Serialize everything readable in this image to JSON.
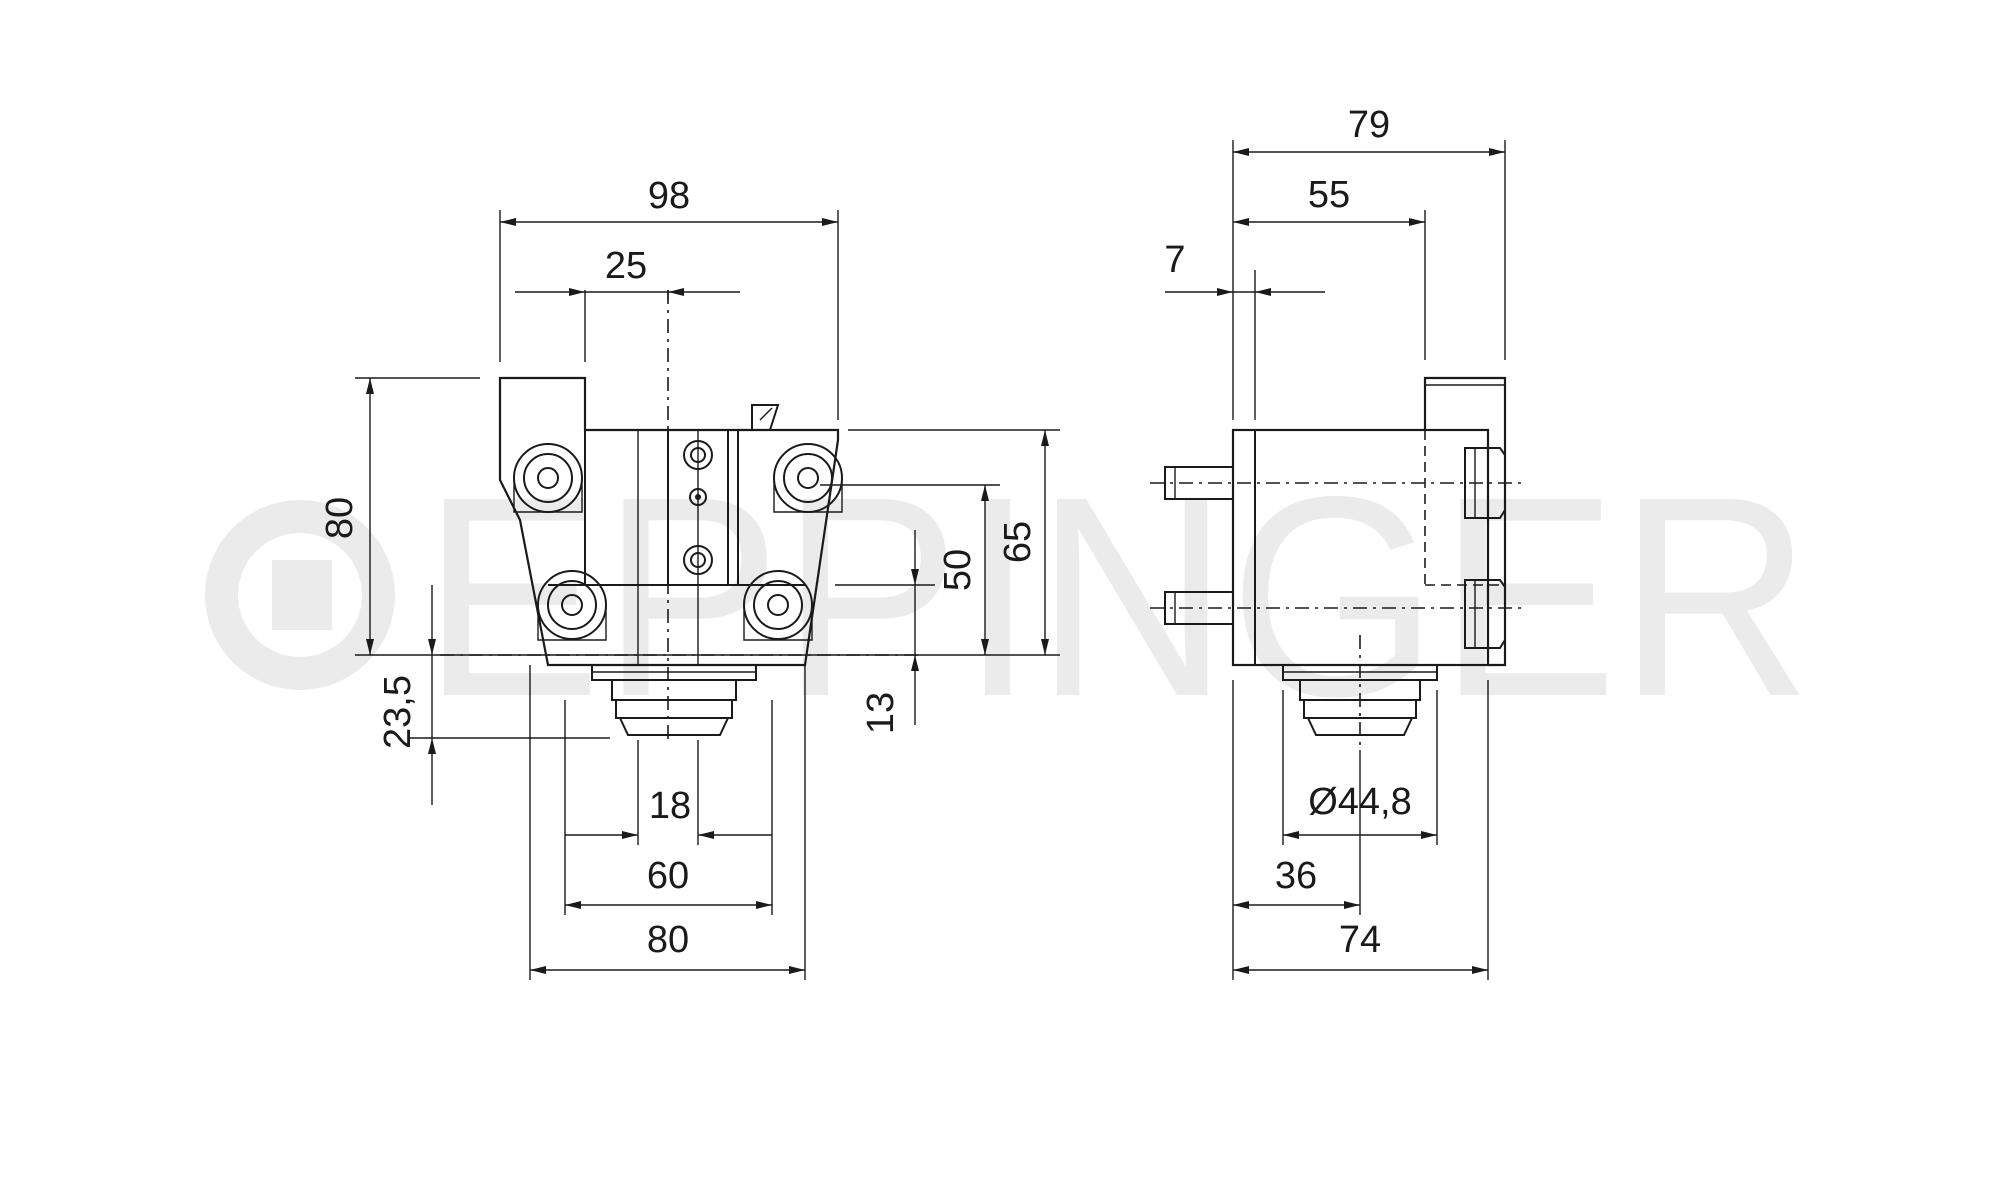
{
  "watermark": {
    "text": "EPPINGER"
  },
  "front_view": {
    "dims": {
      "width_98": "98",
      "offset_25": "25",
      "height_80": "80",
      "height_65": "65",
      "height_50": "50",
      "depth_13": "13",
      "depth_23_5": "23,5",
      "width_18": "18",
      "width_60": "60",
      "width_80": "80"
    }
  },
  "side_view": {
    "dims": {
      "width_79": "79",
      "width_55": "55",
      "offset_7": "7",
      "diameter": "Ø44,8",
      "offset_36": "36",
      "width_74": "74"
    }
  }
}
